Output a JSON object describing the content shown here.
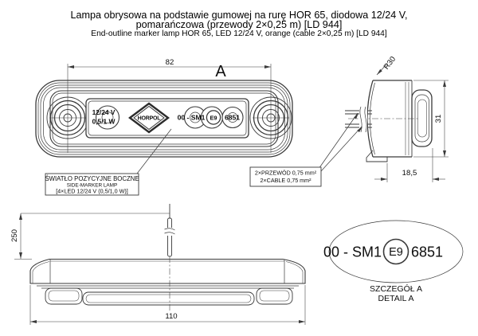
{
  "colors": {
    "line": "#3a3a3a",
    "text": "#0e0e0e",
    "background": "#ffffff"
  },
  "title": {
    "pl_line1": "Lampa obrysowa na podstawie gumowej na rurę HOR 65, diodowa 12/24 V,",
    "pl_line2": "pomarańczowa (przewody 2×0,25 m) [LD 944]",
    "en_line": "End-outline marker lamp HOR 65, LED 12/24 V, orange (cable 2×0,25 m) [LD 944]"
  },
  "front_view": {
    "dim_hole_spacing": "82",
    "detail_marker": "A",
    "lens_voltage": "12/24 V",
    "lens_power": "0,5/1 W",
    "logo": "HORPOL",
    "approval_prefix": "00 - SM1",
    "approval_e_mark": "E9",
    "approval_number": "6851"
  },
  "side_view": {
    "dim_radius": "R30",
    "dim_height": "31",
    "dim_depth": "18,5"
  },
  "bottom_view": {
    "dim_cable_length": "250",
    "dim_body_length": "110"
  },
  "callouts": {
    "side_marker_lamp": {
      "pl": "ŚWIATŁO POZYCYJNE BOCZNE",
      "en": "SIDE-MARKER LAMP",
      "spec": "[4×LED 12/24 V (0,5/1,0 W)]"
    },
    "cables": {
      "pl": "2×PRZEWÓD 0,75 mm²",
      "en": "2×CABLE 0,75 mm²"
    }
  },
  "detail_a": {
    "approval_prefix": "00 - SM1",
    "approval_e_mark": "E9",
    "approval_number": "6851",
    "caption_pl": "SZCZEGÓŁ A",
    "caption_en": "DETAIL A"
  }
}
